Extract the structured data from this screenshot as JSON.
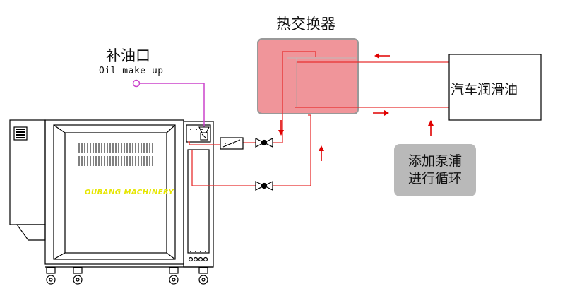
{
  "heat_exchanger": {
    "label": "热交换器",
    "fill_color": "#f0959a"
  },
  "fill_port": {
    "label_cn": "补油口",
    "label_en": "Oil make up",
    "pipe_color": "#cc44cc"
  },
  "automotive_oil": {
    "label": "汽车润滑油"
  },
  "callout": {
    "line1": "添加泵浦",
    "line2": "进行循环",
    "color": "#b9b9b9"
  },
  "machine": {
    "brand": "OUBANG MACHINERY"
  },
  "colors": {
    "pipe": "#e83030",
    "arrow": "#e00000",
    "outline": "#000000"
  }
}
